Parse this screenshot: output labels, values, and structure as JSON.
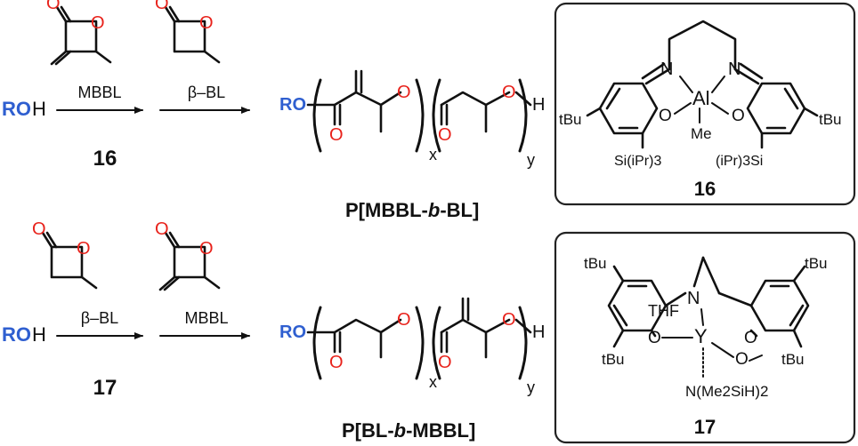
{
  "colors": {
    "oxygen": "#e8221b",
    "ro_blue": "#2f5fd0",
    "text": "#111111"
  },
  "atoms": {
    "O": "O",
    "Al": "Al",
    "Y": "Y",
    "N": "N"
  },
  "top_scheme": {
    "start": {
      "ro": "RO",
      "h": "H"
    },
    "step1_label": "MBBL",
    "step2_label": "β–BL",
    "catalyst_number": "16",
    "product": {
      "ro": "RO",
      "h": "H",
      "sub_x": "x",
      "sub_y": "y",
      "name_prefix": "P[MBBL-",
      "name_b": "b",
      "name_suffix": "-BL]"
    }
  },
  "bottom_scheme": {
    "start": {
      "ro": "RO",
      "h": "H"
    },
    "step1_label": "β–BL",
    "step2_label": "MBBL",
    "catalyst_number": "17",
    "product": {
      "ro": "RO",
      "h": "H",
      "sub_x": "x",
      "sub_y": "y",
      "name_prefix": "P[BL-",
      "name_b": "b",
      "name_suffix": "-MBBL]"
    }
  },
  "catalyst_16": {
    "number": "16",
    "me_label": "Me",
    "tbu_left": "tBu",
    "tbu_right": "tBu",
    "si_left": "Si(iPr)3",
    "si_right": "(iPr)3Si"
  },
  "catalyst_17": {
    "number": "17",
    "thf_label": "THF",
    "tbu_top_left": "tBu",
    "tbu_top_right": "tBu",
    "tbu_bottom_left": "tBu",
    "tbu_bottom_right": "tBu",
    "amide_label": "N(Me2SiH)2"
  }
}
